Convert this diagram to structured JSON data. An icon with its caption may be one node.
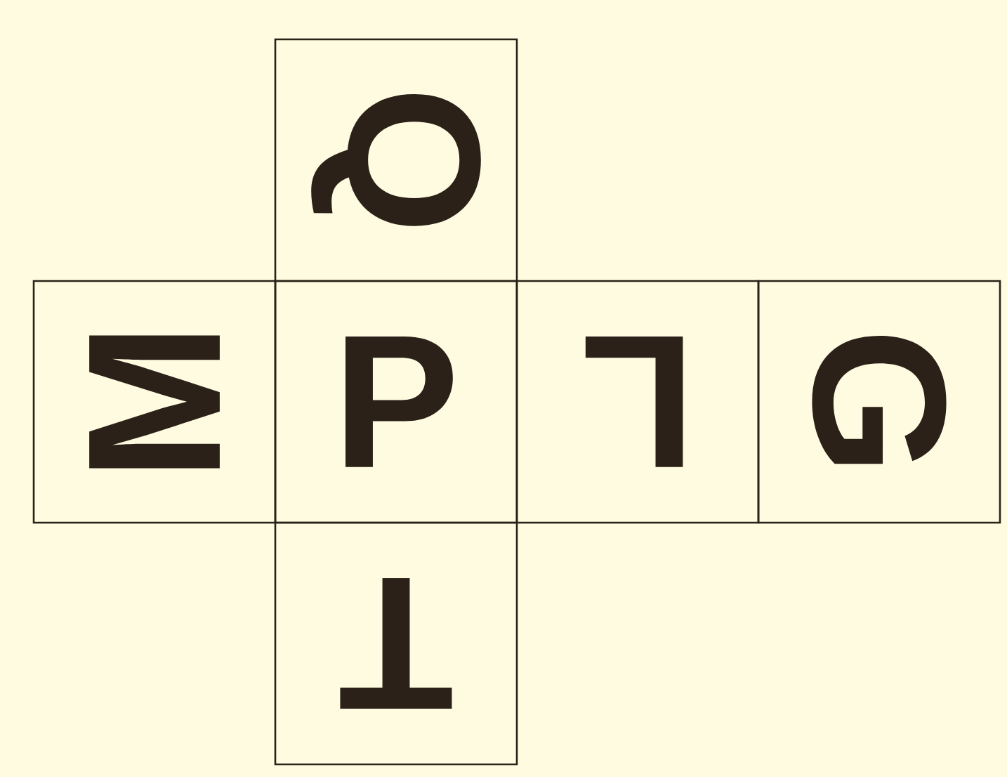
{
  "diagram": {
    "nodes": [
      {
        "text": [
          "Q"
        ]
      },
      {
        "text": [
          "M"
        ]
      },
      {
        "text": [
          "P"
        ]
      },
      {
        "text": [
          "L"
        ]
      },
      {
        "text": [
          "G"
        ]
      },
      {
        "text": [
          "T"
        ]
      }
    ]
  }
}
